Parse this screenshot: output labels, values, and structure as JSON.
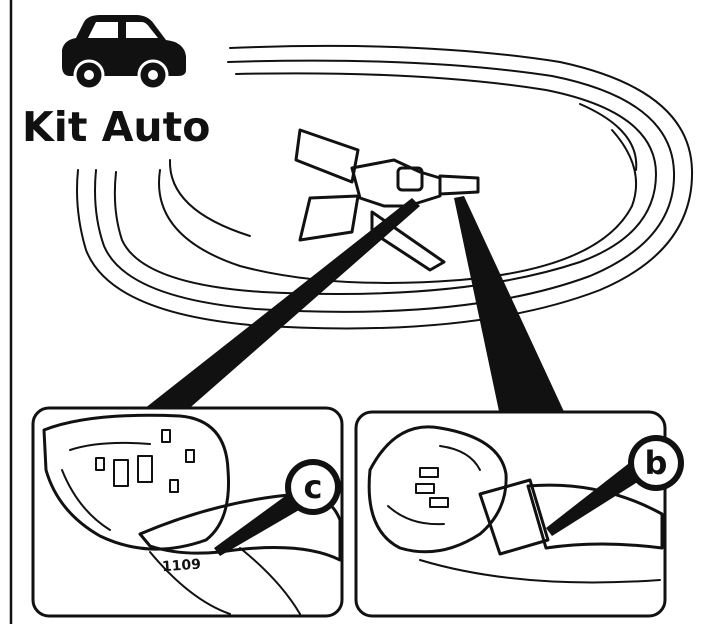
{
  "brand": {
    "logo_icon": "car-icon",
    "name": "Kit Auto"
  },
  "callouts": {
    "b": "b",
    "c": "c"
  },
  "panel_left": {
    "code": "1109"
  },
  "colors": {
    "ink": "#111111",
    "fill_gray": "#a9a9a9",
    "background": "#ffffff"
  }
}
